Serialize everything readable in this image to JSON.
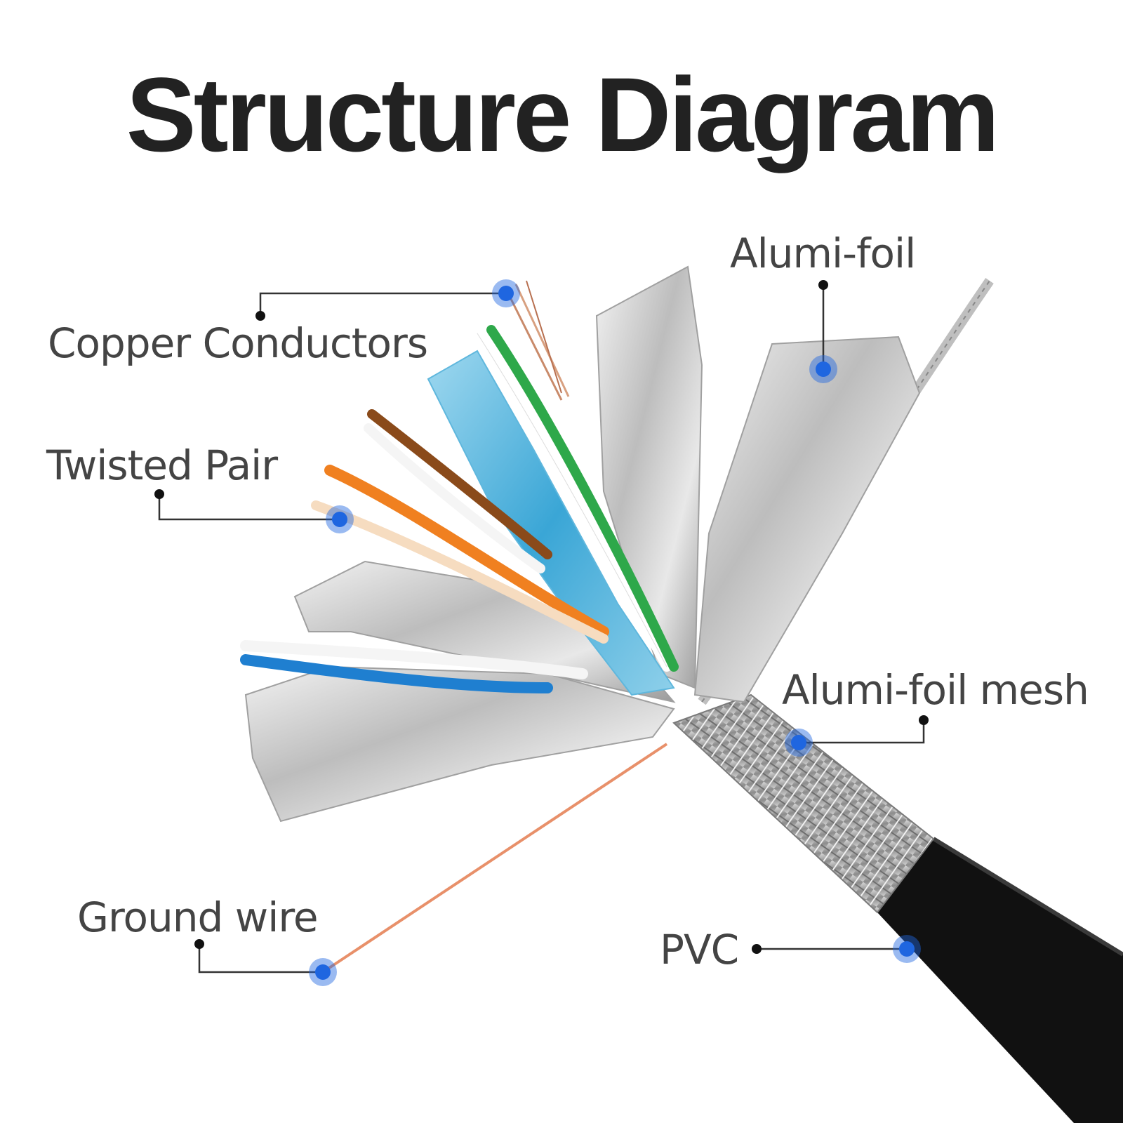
{
  "title": "Structure Diagram",
  "labels": {
    "copper_conductors": "Copper Conductors",
    "twisted_pair": "Twisted Pair",
    "alumi_foil": "Alumi-foil",
    "alumi_foil_mesh": "Alumi-foil mesh",
    "ground_wire": "Ground wire",
    "pvc": "PVC"
  },
  "colors": {
    "marker": "#1f66e0",
    "leader_line": "#333333",
    "text": "#444444",
    "title": "#222222"
  }
}
